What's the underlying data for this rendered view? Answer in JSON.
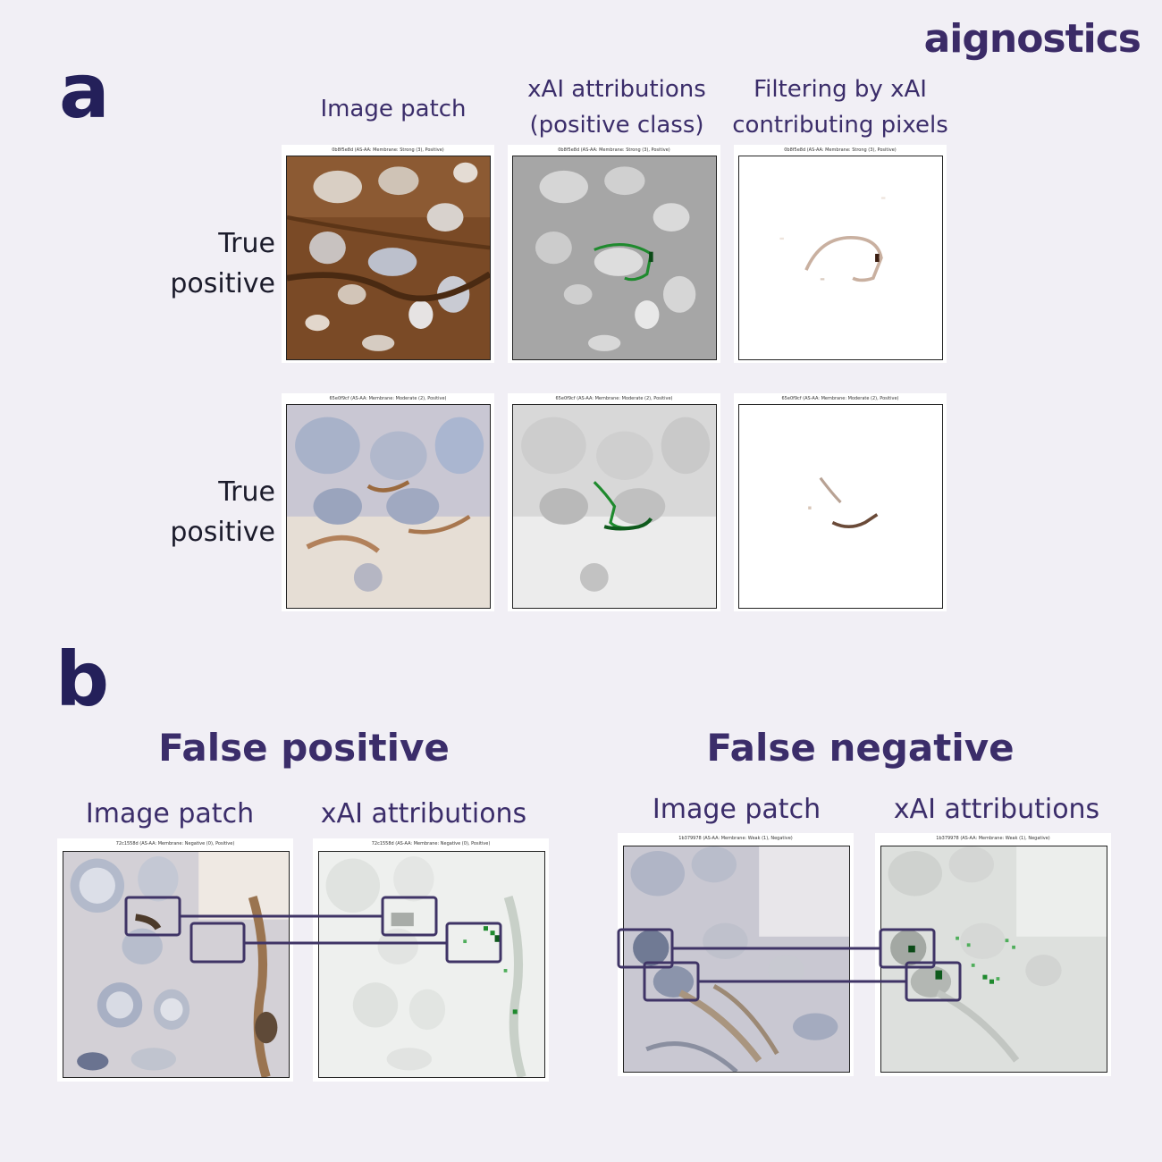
{
  "logo": "aignostics",
  "panel_a": {
    "letter": "a",
    "col_headers": [
      "Image patch",
      "xAI attributions\n(positive class)",
      "Filtering by xAI\ncontributing pixels"
    ],
    "rows": [
      {
        "label": "True\npositive",
        "caption": "0b8f5e8d (AS-AA: Membrane: Strong (3), Positive)"
      },
      {
        "label": "True\npositive",
        "caption": "65e0f9cf (AS-AA: Membrane: Moderate (2), Positive)"
      }
    ]
  },
  "panel_b": {
    "letter": "b",
    "groups": [
      {
        "title": "False positive",
        "subheads": [
          "Image patch",
          "xAI attributions"
        ],
        "caption": "72c1558d (AS-AA: Membrane: Negative (0), Positive)"
      },
      {
        "title": "False negative",
        "subheads": [
          "Image patch",
          "xAI attributions"
        ],
        "caption": "1b379978 (AS-AA: Membrane: Weak (1), Negative)"
      }
    ]
  },
  "colors": {
    "background": "#f1eff5",
    "accent": "#3b2d6a",
    "highlight_box": "#3f3466",
    "attribution": "#1f8a2e"
  }
}
